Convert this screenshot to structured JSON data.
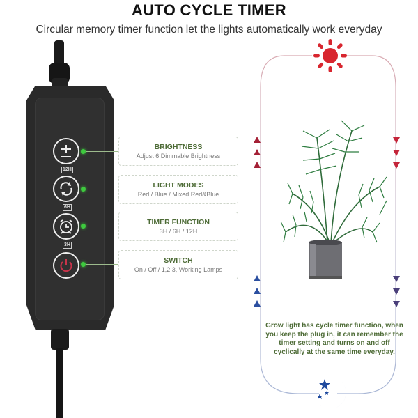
{
  "header": {
    "title": "AUTO CYCLE TIMER",
    "subtitle": "Circular memory timer function let the lights automatically work everyday"
  },
  "controller": {
    "buttons": [
      {
        "icon": "plus-minus-icon",
        "badge": "12H"
      },
      {
        "icon": "cycle-arrows-icon",
        "badge": "6H"
      },
      {
        "icon": "alarm-clock-icon",
        "badge": "3H"
      },
      {
        "icon": "power-icon",
        "badge": ""
      }
    ]
  },
  "features": [
    {
      "title": "BRIGHTNESS",
      "desc": "Adjust 6 Dimmable Brightness"
    },
    {
      "title": "LIGHT MODES",
      "desc": "Red / Blue / Mixed Red&Blue"
    },
    {
      "title": "TIMER FUNCTION",
      "desc": "3H / 6H / 12H"
    },
    {
      "title": "SWITCH",
      "desc": "On / Off / 1,2,3, Working Lamps"
    }
  ],
  "cycle": {
    "description": "Grow light has cycle timer function, when you keep the plug in, it can remember the timer setting and turns on and off cyclically at the same time everyday.",
    "colors": {
      "day": "#d8262f",
      "night": "#1f4a9e",
      "text": "#4d6b36"
    }
  }
}
